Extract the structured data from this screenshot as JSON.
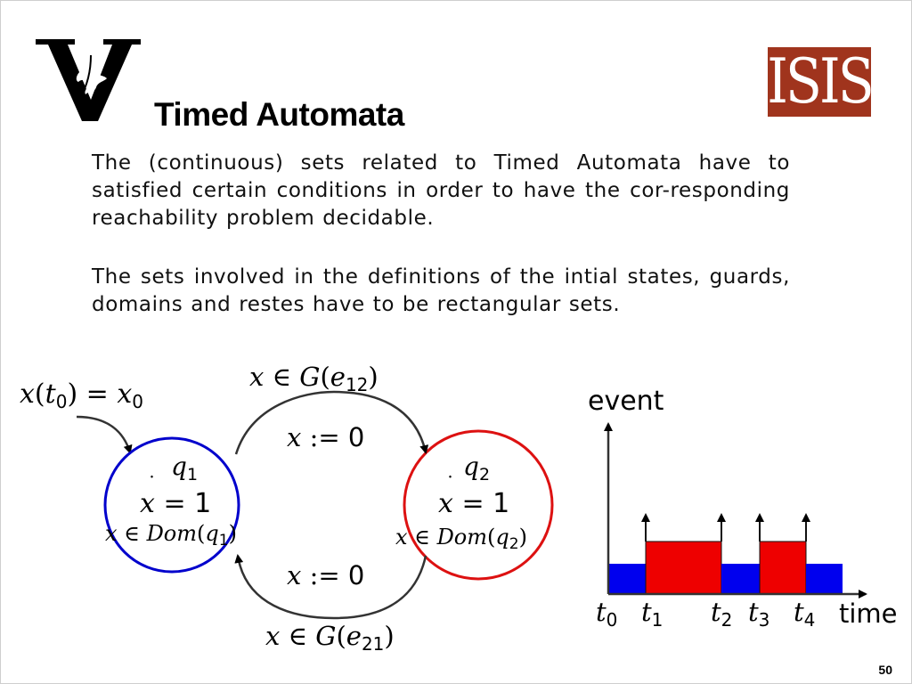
{
  "slide": {
    "title": "Timed Automata",
    "page_number": "50",
    "paragraphs": [
      "The (continuous) sets related to Timed Automata have to satisfied certain conditions in order to have the cor-responding reachability problem decidable.",
      "The sets involved in the definitions of the intial states, guards, domains and restes have to be rectangular sets."
    ]
  },
  "logos": {
    "left_logo_icon": "vanderbilt-v-oak-leaf-icon",
    "right_logo_text": "ISIS",
    "right_logo_color": "#a0341d"
  },
  "automaton": {
    "initial": {
      "lhs_var": "x",
      "lhs_time": "t",
      "lhs_time_sub": "0",
      "rhs_var": "x",
      "rhs_sub": "0"
    },
    "states": [
      {
        "name": "q",
        "name_sub": "1",
        "flow_var": "x",
        "flow_value": "1",
        "domain_prefix": "x ∈ ",
        "domain_set": "Dom",
        "domain_state": "q",
        "domain_sub": "1",
        "color": "#0000cc"
      },
      {
        "name": "q",
        "name_sub": "2",
        "flow_var": "x",
        "flow_value": "1",
        "domain_prefix": "x ∈ ",
        "domain_set": "Dom",
        "domain_state": "q",
        "domain_sub": "2",
        "color": "#dd1111"
      }
    ],
    "transitions": [
      {
        "guard_prefix": "x ∈ ",
        "guard_set": "G",
        "guard_edge": "e",
        "guard_sub": "12",
        "reset_var": "x",
        "reset_op": ":=",
        "reset_value": "0"
      },
      {
        "guard_prefix": "x ∈ ",
        "guard_set": "G",
        "guard_edge": "e",
        "guard_sub": "21",
        "reset_var": "x",
        "reset_op": ":=",
        "reset_value": "0"
      }
    ]
  },
  "event_plot": {
    "y_label": "event",
    "x_label": "time",
    "ticks": [
      {
        "name": "t",
        "sub": "0"
      },
      {
        "name": "t",
        "sub": "1"
      },
      {
        "name": "t",
        "sub": "2"
      },
      {
        "name": "t",
        "sub": "3"
      },
      {
        "name": "t",
        "sub": "4"
      }
    ],
    "low_color": "#0000ee",
    "high_color": "#ee0000"
  }
}
